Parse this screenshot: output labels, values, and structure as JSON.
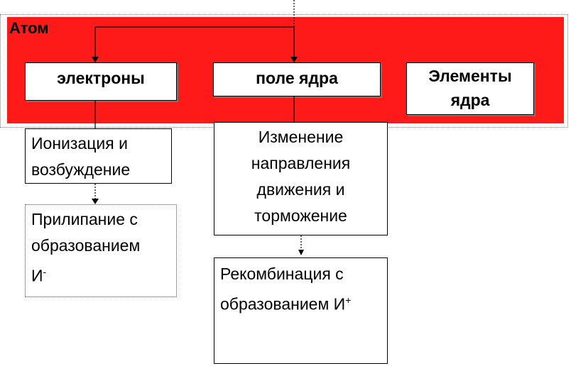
{
  "atom": {
    "title": "Атом"
  },
  "top_boxes": {
    "electrons": "электроны",
    "nucleus_field": "поле ядра",
    "nucleus_elements_line1": "Элементы",
    "nucleus_elements_line2": "ядра"
  },
  "result_boxes": {
    "ionization": [
      "Ионизация и",
      "возбуждение"
    ],
    "attachment_line1": "Прилипание с",
    "attachment_line2": "образованием",
    "attachment_line3_base": "И",
    "attachment_line3_sup": "-",
    "direction_change": [
      "Изменение",
      "направления",
      "движения и",
      "торможение"
    ],
    "recombination_line1": "Рекомбинация с",
    "recombination_line2_base": "образованием И",
    "recombination_line2_sup": "+"
  }
}
